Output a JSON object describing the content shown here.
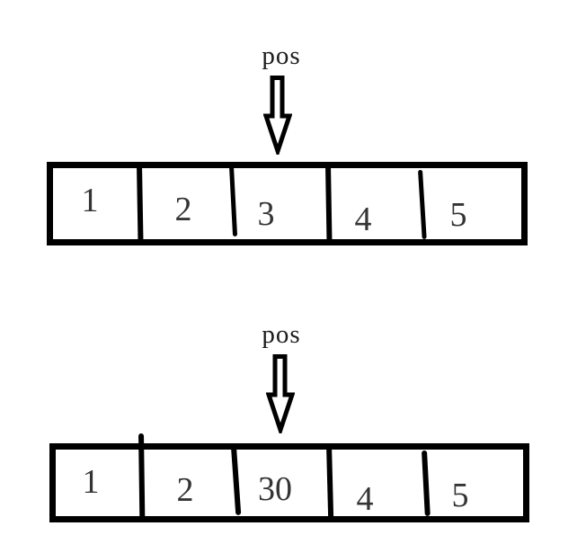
{
  "colors": {
    "background": "#ffffff",
    "line": "#000000",
    "digit_text": "#343434",
    "label_text": "#1c1c1c"
  },
  "diagrams": [
    {
      "pointer_label": "pos",
      "pointer_icon": "down-arrow-icon",
      "pointer_target_cell_index": 2,
      "cells": [
        "1",
        "2",
        "3",
        "4",
        "5"
      ]
    },
    {
      "pointer_label": "pos",
      "pointer_icon": "down-arrow-icon",
      "pointer_target_cell_index": 2,
      "cells": [
        "1",
        "2",
        "30",
        "4",
        "5"
      ]
    }
  ]
}
